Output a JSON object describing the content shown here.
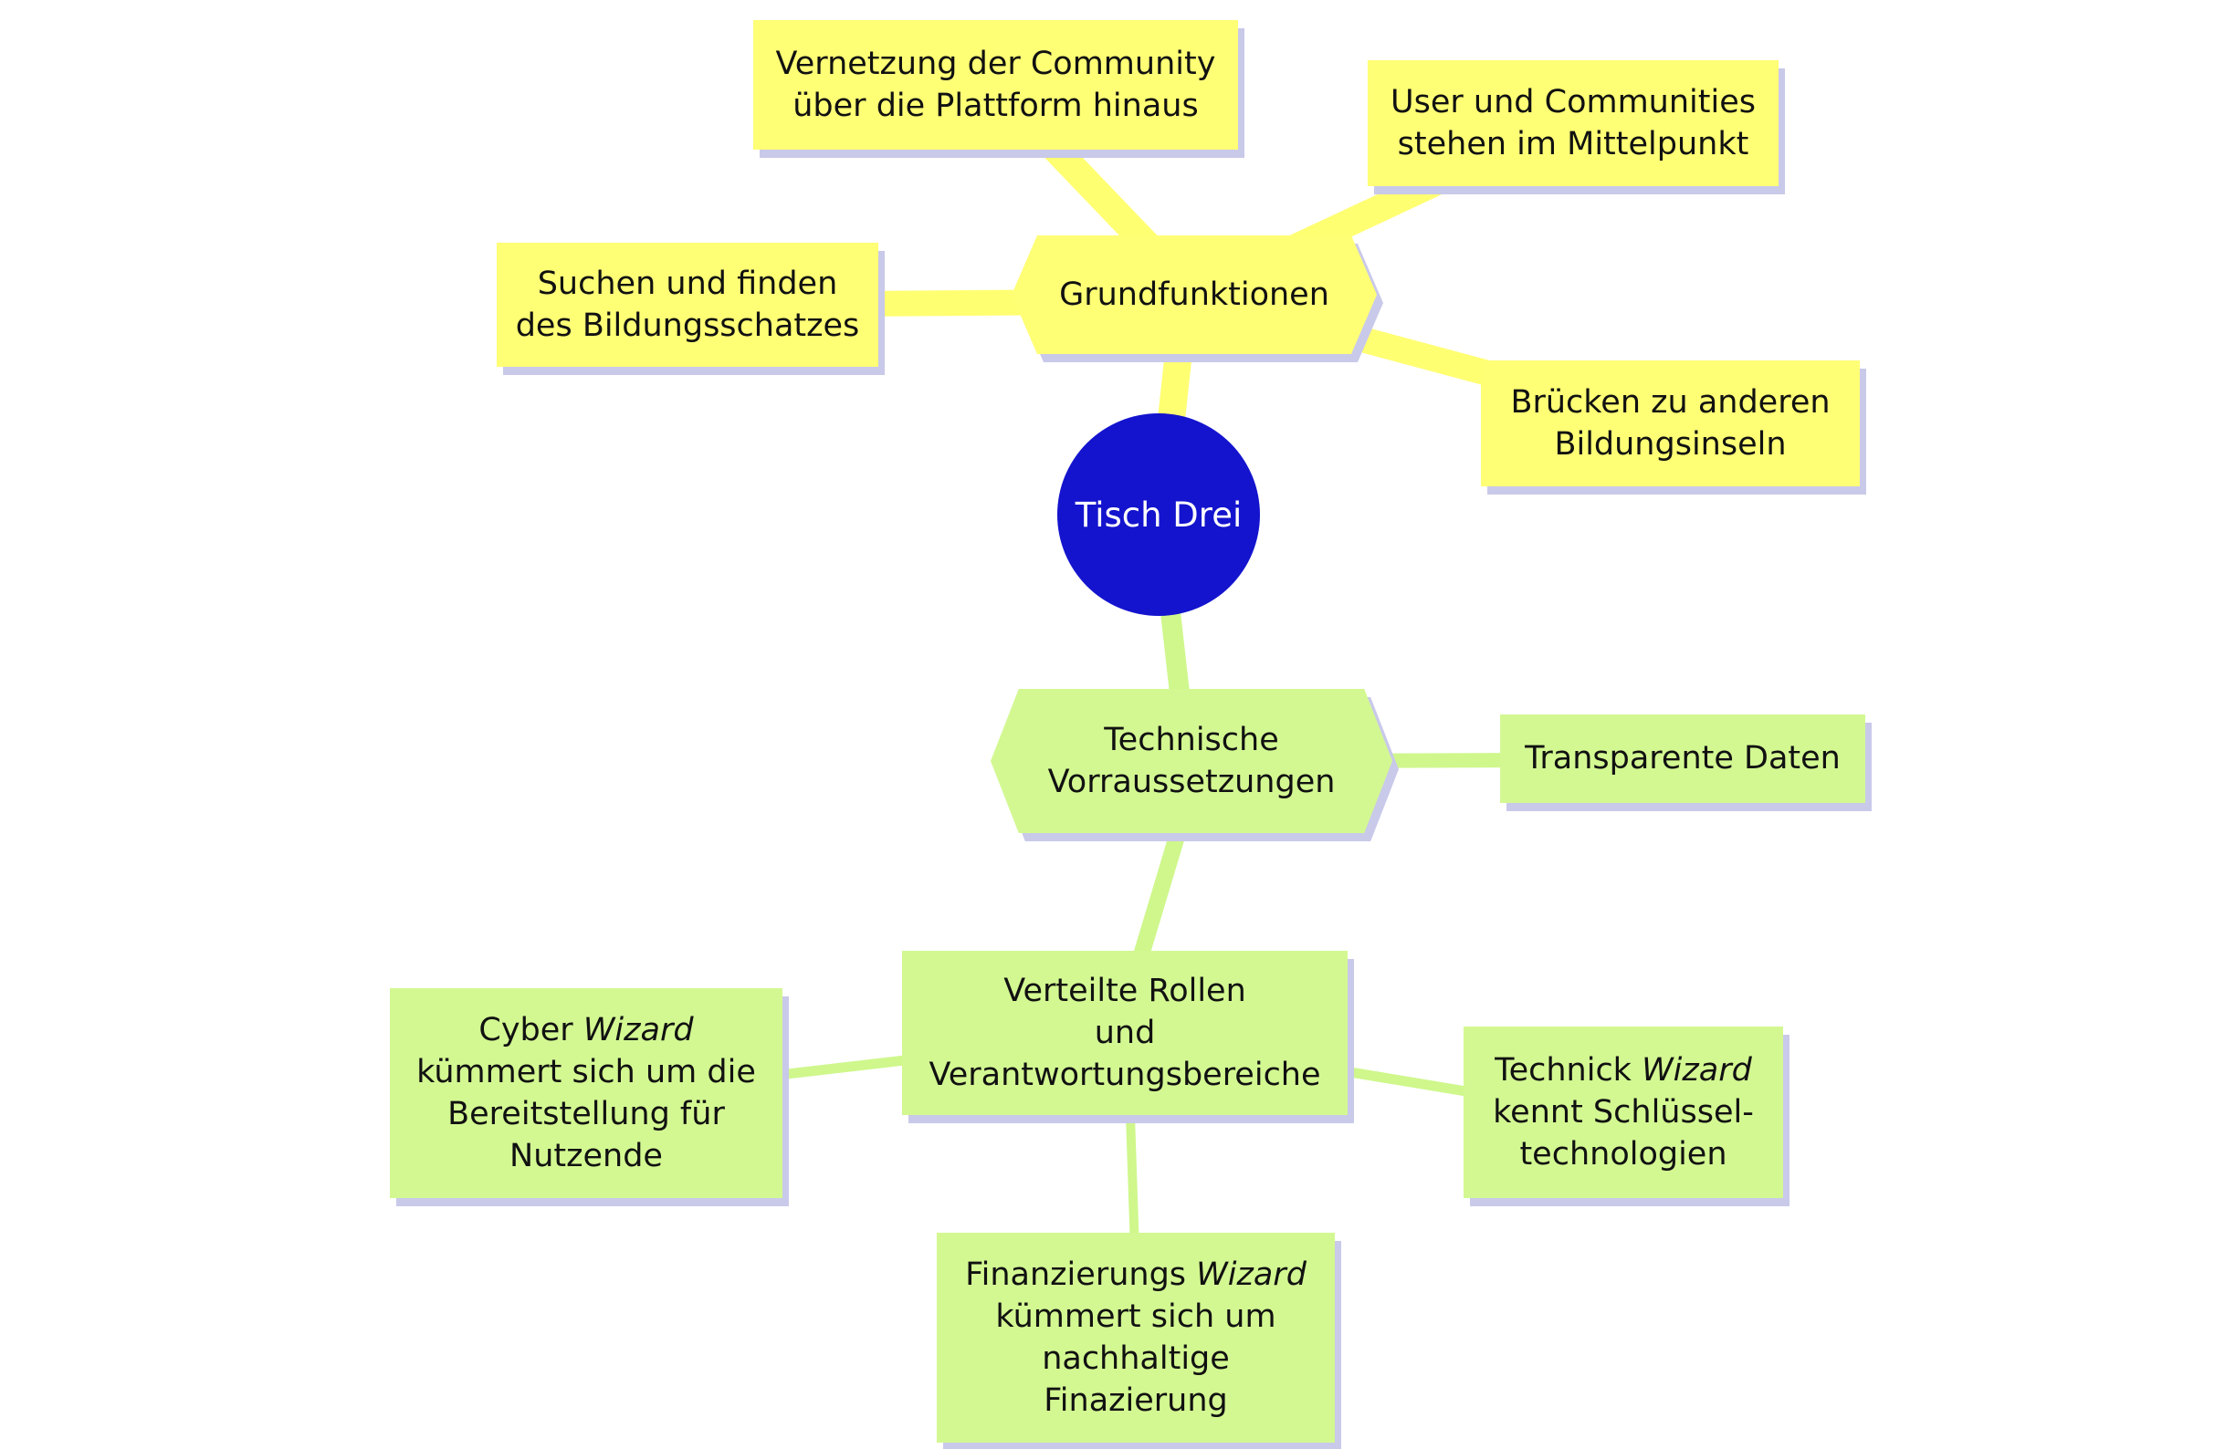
{
  "diagram": {
    "center": {
      "label": "Tisch Drei"
    },
    "grundfunktionen": {
      "label": "Grundfunktionen",
      "children": {
        "vernetzung": "Vernetzung der Community\nüber die Plattform hinaus",
        "user": "User und Communities\nstehen im Mittelpunkt",
        "suchen": "Suchen und finden\ndes Bildungsschatzes",
        "bruecken": "Brücken zu anderen\nBildungsinseln"
      }
    },
    "technische": {
      "label": "Technische\nVorraussetzungen",
      "children": {
        "transparente": "Transparente Daten",
        "verteilte": {
          "label": "Verteilte Rollen\nund\nVerantwortungsbereiche",
          "children": {
            "cyber": {
              "pre": "Cyber ",
              "italic": "Wizard",
              "post": "\nkümmert sich um die\nBereitstellung für\nNutzende"
            },
            "technick": {
              "pre": "Technick ",
              "italic": "Wizard",
              "post": "\nkennt Schlüssel-\ntechnologien"
            },
            "finanzierung": {
              "pre": "Finanzierungs ",
              "italic": "Wizard",
              "post": "\nkümmert sich um\nnachhaltige\nFinazierung"
            }
          }
        }
      }
    },
    "colors": {
      "node_yellow": "#FFFF76",
      "node_green": "#D3F892",
      "center_blue": "#1414CE",
      "shadow_lavender": "#C9C9EA"
    }
  }
}
